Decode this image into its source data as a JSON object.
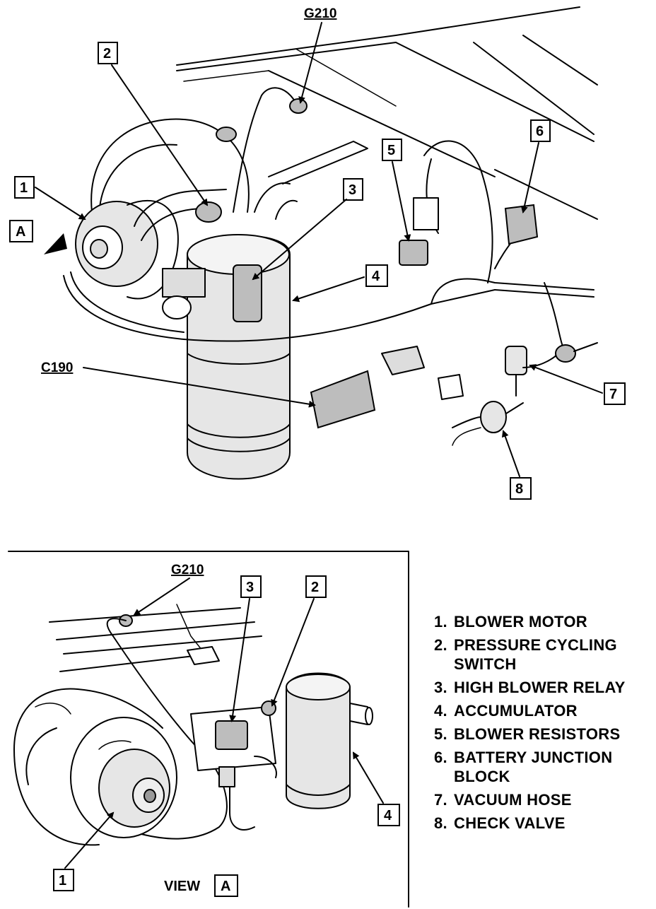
{
  "top_view": {
    "ground_label": "G210",
    "connector_label": "C190",
    "callouts": [
      "1",
      "2",
      "3",
      "4",
      "5",
      "6",
      "7",
      "8"
    ],
    "view_marker": "A"
  },
  "view_a": {
    "ground_label": "G210",
    "callouts": [
      "3",
      "2",
      "4",
      "1"
    ],
    "caption_word": "VIEW",
    "caption_marker": "A"
  },
  "legend": [
    {
      "num": "1.",
      "text": "BLOWER MOTOR"
    },
    {
      "num": "2.",
      "text": "PRESSURE CYCLING SWITCH"
    },
    {
      "num": "3.",
      "text": "HIGH BLOWER RELAY"
    },
    {
      "num": "4.",
      "text": "ACCUMULATOR"
    },
    {
      "num": "5.",
      "text": "BLOWER RESISTORS"
    },
    {
      "num": "6.",
      "text": "BATTERY JUNCTION BLOCK"
    },
    {
      "num": "7.",
      "text": "VACUUM HOSE"
    },
    {
      "num": "8.",
      "text": "CHECK VALVE"
    }
  ]
}
